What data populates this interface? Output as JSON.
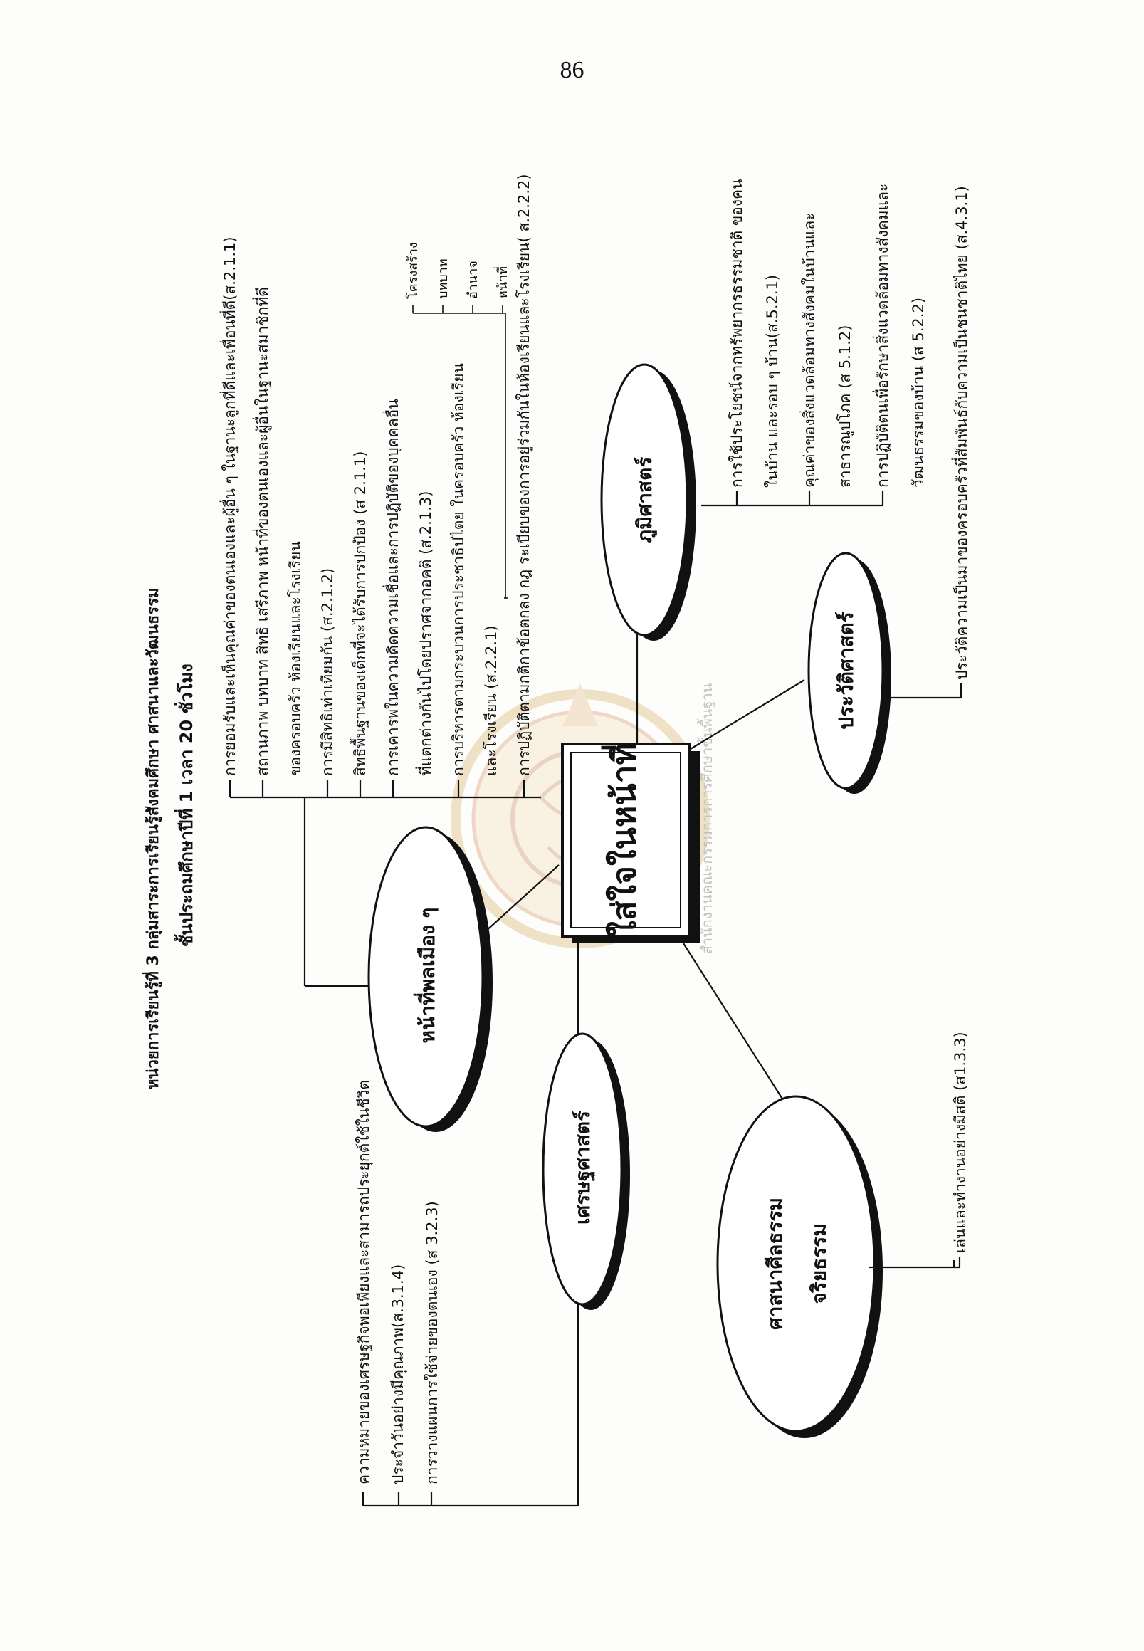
{
  "page_number": "86",
  "header": {
    "line1": "หน่วยการเรียนรู้ที่ 3  กลุ่มสาระการเรียนรู้สังคมศึกษา  ศาสนาและวัฒนธรรม",
    "line2": "ชั้นประถมศึกษาปีที่  1  เวลา 20 ชั่วโมง"
  },
  "center": {
    "label": "ใส่ใจในหน้าที่"
  },
  "watermark": {
    "ring_text": "สำนักงานคณะกรรมการการศึกษาขั้นพื้นฐาน"
  },
  "nodes": {
    "civic": "หน้าที่พลเมือง ๆ",
    "economics": "เศรษฐศาสตร์",
    "religion_line1": "ศาสนาศีลธรรม",
    "religion_line2": "จริยธรรม",
    "history": "ประวัติศาสตร์",
    "geography": "ภูมิศาสตร์"
  },
  "civic_topics": [
    "การยอมรับและเห็นคุณค่าของตนเองและผู้อื่น ๆ ในฐานะลูกที่ดีและเพื่อนที่ดี(ส.2.1.1)",
    "สถานภาพ  บทบาท  สิทธิ  เสรีภาพ  หน้าที่ของตนเองและผู้อื่นในฐานะสมาชิกที่ดี",
    "ของครอบครัว  ห้องเรียนและโรงเรียน",
    "การมีสิทธิเท่าเทียมกัน (ส.2.1.2)",
    "สิทธิพื้นฐานของเด็กที่จะได้รับการปกป้อง (ส 2.1.1)",
    "การเคารพในความคิดความเชื่อและการปฏิบัติของบุคคลอื่น",
    "ที่แตกต่างกันไปโดยปราศจากอคติ (ส.2.1.3)",
    "การบริหารตามกระบวนการประชาธิปไตย  ในครอบครัว  ห้องเรียน",
    "และโรงเรียน (ส.2.2.1)",
    "การปฏิบัติตามกติกาข้อตกลง กฎ  ระเบียบของการอยู่ร่วมกันในห้องเรียนและโรงเรียน( ส.2.2.2)"
  ],
  "civic_subtopics": [
    "โครงสร้าง",
    "บทบาท",
    "อำนาจ",
    "หน้าที่"
  ],
  "economics_topics": [
    "ความหมายของเศรษฐกิจพอเพียงและสามารถประยุกต์ใช้ในชีวิต",
    "ประจำวันอย่างมีคุณภาพ(ส.3.1.4)",
    "การวางแผนการใช้จ่ายของตนเอง (ส 3.2.3)"
  ],
  "religion_topics": [
    "เล่นและทำงานอย่างมีสติ (ส1.3.3)"
  ],
  "history_topics": [
    "ประวัติความเป็นมาของครอบครัวที่สัมพันธ์กับความเป็นชนชาติไทย (ส.4.3.1)"
  ],
  "geography_topics": [
    "การใช้ประโยชน์จากทรัพยากรธรรมชาติ ของคน",
    "ในบ้าน และรอบ ๆ บ้าน(ส.5.2.1)",
    "คุณค่าของสิ่งแวดล้อมทางสังคมในบ้านและ",
    "สาธารณูปโภค (ส 5.1.2)",
    "การปฏิบัติตนเพื่อรักษาสิ่งแวดล้อมทางสังคมและ",
    "วัฒนธรรมของบ้าน (ส 5.2.2)"
  ]
}
